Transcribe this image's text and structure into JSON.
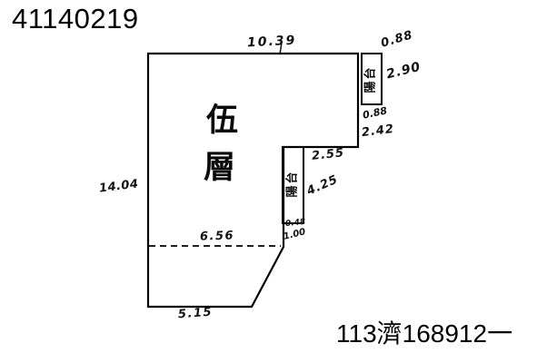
{
  "document": {
    "number": "41140219",
    "case_number": "113濟168912一"
  },
  "floor_plan": {
    "floor_label": {
      "char1": "伍",
      "char2": "層"
    },
    "balcony_top_right": {
      "label": "陽台",
      "top_width": "0.88",
      "height": "2.90",
      "bottom_width": "0.88"
    },
    "balcony_middle": {
      "label": "陽台",
      "height": "4.25",
      "bottom_offset": "0.48",
      "width": "1.00"
    },
    "dimensions": {
      "top_width": "10.39",
      "left_height": "14.04",
      "right_lower_segment": "2.42",
      "step_width": "2.55",
      "interior_dashed_width": "6.56",
      "bottom_width": "5.15"
    }
  },
  "colors": {
    "background": "#ffffff",
    "line": "#000000",
    "text": "#0a0a0a"
  }
}
